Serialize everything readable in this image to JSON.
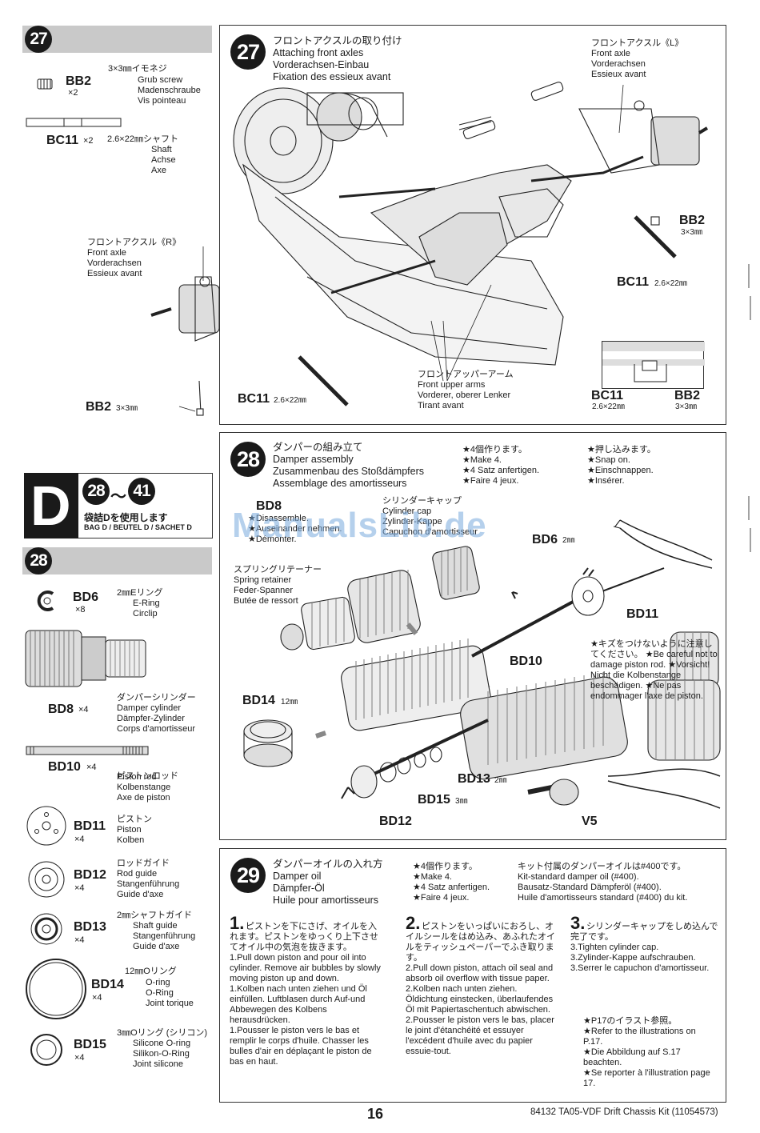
{
  "left": {
    "step27_num": "27",
    "bb2": {
      "code": "BB2",
      "qty": "×2",
      "spec": "3×3㎜イモネジ",
      "names": "Grub screw\nMadenschraube\nVis pointeau"
    },
    "bc11": {
      "code": "BC11",
      "qty": "×2",
      "spec": "2.6×22㎜シャフト",
      "names": "Shaft\nAchse\nAxe"
    },
    "bag": {
      "letter": "D",
      "from": "28",
      "tilde": "～",
      "to": "41",
      "jp": "袋詰Dを使用します",
      "label": "BAG D / BEUTEL D / SACHET D"
    },
    "step28_num": "28",
    "parts": [
      {
        "code": "BD6",
        "qty": "×8",
        "spec": "2㎜Eリング",
        "names": "E-Ring\nCirclip"
      },
      {
        "code": "BD8",
        "qty": "×4",
        "spec": "ダンパーシリンダー",
        "names": "Damper cylinder\nDämpfer-Zylinder\nCorps d'amortisseur"
      },
      {
        "code": "BD10",
        "qty": "×4",
        "spec": "ピストンロッド",
        "names": "Piston rod\nKolbenstange\nAxe de piston"
      },
      {
        "code": "BD11",
        "qty": "×4",
        "spec": "ピストン",
        "names": "Piston\nKolben"
      },
      {
        "code": "BD12",
        "qty": "×4",
        "spec": "ロッドガイド",
        "names": "Rod guide\nStangenführung\nGuide d'axe"
      },
      {
        "code": "BD13",
        "qty": "×4",
        "spec": "2㎜シャフトガイド",
        "names": "Shaft guide\nStangenführung\nGuide d'axe"
      },
      {
        "code": "BD14",
        "qty": "×4",
        "spec": "12㎜Oリング",
        "names": "O-ring\nO-Ring\nJoint torique"
      },
      {
        "code": "BD15",
        "qty": "×4",
        "spec": "3㎜Oリング (シリコン)",
        "names": "Silicone O-ring\nSilikon-O-Ring\nJoint silicone"
      }
    ]
  },
  "step27": {
    "num": "27",
    "title": "フロントアクスルの取り付け\nAttaching front axles\nVorderachsen-Einbau\nFixation des essieux avant",
    "axle_l": "フロントアクスル《L》\nFront axle\nVorderachsen\nEssieux avant",
    "axle_r": "フロントアクスル《R》\nFront axle\nVorderachsen\nEssieux avant",
    "upper_arms": "フロントアッパーアーム\nFront upper arms\nVorderer, oberer Lenker\nTirant avant",
    "bb2": "BB2",
    "bb2_size": "3×3㎜",
    "bc11": "BC11",
    "bc11_size": "2.6×22㎜"
  },
  "step28": {
    "num": "28",
    "title": "ダンパーの組み立て\nDamper assembly\nZusammenbau des Stoßdämpfers\nAssemblage des amortisseurs",
    "make4": "★4個作ります。\n★Make 4.\n★4 Satz anfertigen.\n★Faire 4 jeux.",
    "snap": "★押し込みます。\n★Snap on.\n★Einschnappen.\n★Insérer.",
    "bd8_note": "BD8",
    "disassemble": "★Disassemble.\n★Auseinander nehmen.\n★Démonter.",
    "cap": "シリンダーキャップ\nCylinder cap\nZylinder-Kappe\nCapuchon d'amortisseur",
    "retainer": "スプリングリテーナー\nSpring retainer\nFeder-Spanner\nButée de ressort",
    "careful": "★キズをつけないように注意してください。\n★Be careful not to damage piston rod.\n★Vorsicht! Nicht die Kolbenstange beschädigen.\n★Ne pas endommager l'axe de piston.",
    "bd6": "BD6",
    "bd6_size": "2㎜",
    "bd11": "BD11",
    "bd10": "BD10",
    "bd14": "BD14",
    "bd14_size": "12㎜",
    "bd13": "BD13",
    "bd13_size": "2㎜",
    "bd15": "BD15",
    "bd15_size": "3㎜",
    "bd12": "BD12",
    "v5": "V5"
  },
  "step29": {
    "num": "29",
    "title": "ダンパーオイルの入れ方\nDamper oil\nDämpfer-Öl\nHuile pour amortisseurs",
    "make4": "★4個作ります。\n★Make 4.\n★4 Satz anfertigen.\n★Faire 4 jeux.",
    "oil_note": "キット付属のダンパーオイルは#400です。\nKit-standard damper oil (#400).\nBausatz-Standard Dämpferöl (#400).\nHuile d'amortisseurs standard (#400) du kit.",
    "s1_num": "1.",
    "s1": "ピストンを下にさげ、オイルを入れます。ピストンをゆっくり上下させてオイル中の気泡を抜きます。\n1.Pull down piston and pour oil into cylinder. Remove air bubbles by slowly moving piston up and down.\n1.Kolben nach unten ziehen und Öl einfüllen. Luftblasen durch Auf-und Abbewegen des Kolbens herausdrücken.\n1.Pousser le piston vers le bas et remplir le corps d'huile. Chasser les bulles d'air en déplaçant le piston de bas en haut.",
    "s2_num": "2.",
    "s2": "ピストンをいっぱいにおろし、オイルシールをはめ込み、あふれたオイルをティッシュペーパーでふき取ります。\n2.Pull down piston, attach oil seal and absorb oil overflow with tissue paper.\n2.Kolben nach unten ziehen. Öldichtung einstecken, überlaufendes Öl mit Papiertaschentuch abwischen.\n2.Pousser le piston vers le bas, placer le joint d'étanchéité et essuyer l'excédent d'huile avec du papier essuie-tout.",
    "s3_num": "3.",
    "s3": "シリンダーキャップをしめ込んで完了です。\n3.Tighten cylinder cap.\n3.Zylinder-Kappe aufschrauben.\n3.Serrer le capuchon d'amortisseur.",
    "ref": "★P17のイラスト参照。\n★Refer to the illustrations on P.17.\n★Die Abbildung auf S.17 beachten.\n★Se reporter à l'illustration page 17."
  },
  "footer": {
    "page": "16",
    "kit": "84132 TA05-VDF Drift Chassis Kit (11054573)"
  },
  "watermark": "ManualsLib.de"
}
